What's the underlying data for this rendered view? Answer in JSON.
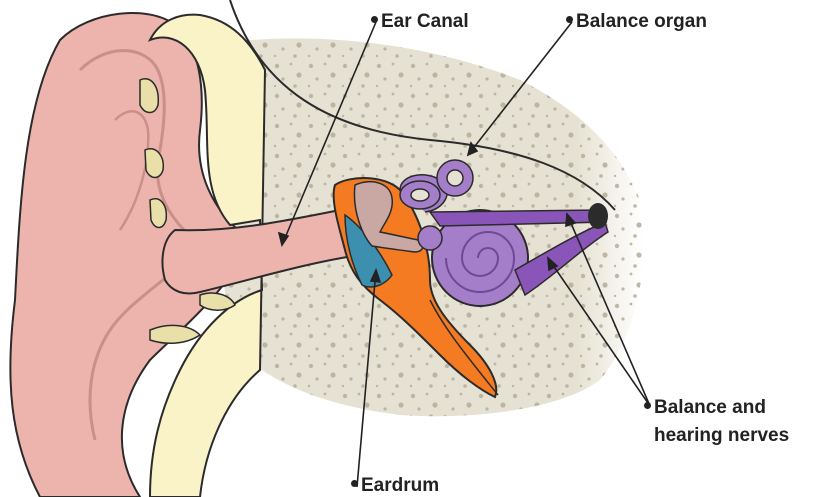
{
  "labels": {
    "ear_canal": "Ear Canal",
    "balance_organ": "Balance organ",
    "nerves_line1": "Balance and",
    "nerves_line2": "hearing nerves",
    "eardrum": "Eardrum"
  },
  "colors": {
    "outer_ear": "#ecb4ac",
    "cartilage": "#faf3c8",
    "bone": "#e6e2d3",
    "middle_ear": "#f57b22",
    "eardrum": "#3d8fb0",
    "inner_ear": "#a57ec9",
    "nerve": "#8a55b8",
    "outline": "#2b2b2b"
  }
}
